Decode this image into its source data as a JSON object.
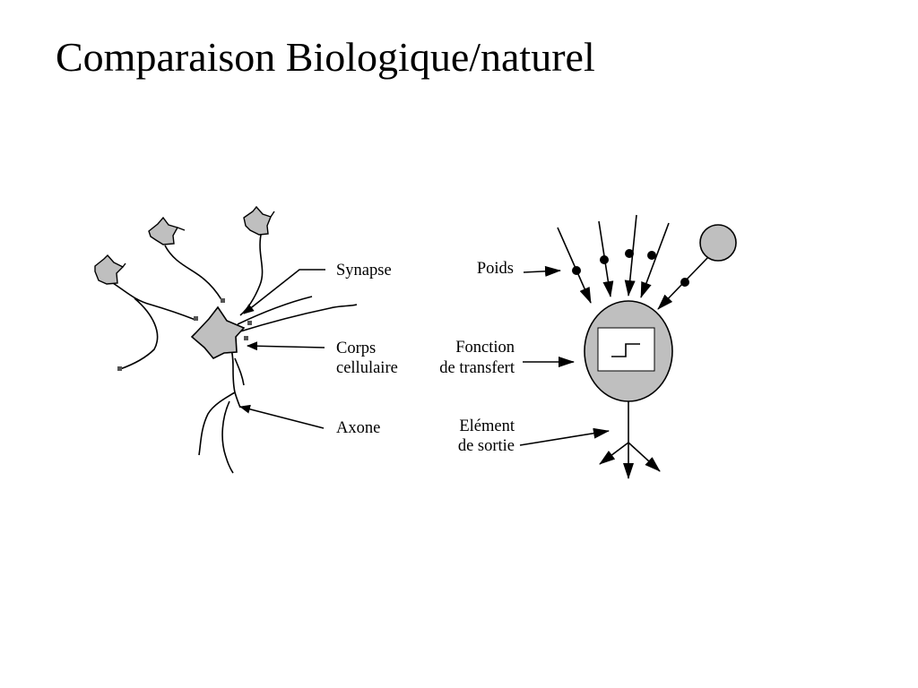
{
  "slide": {
    "title": "Comparaison Biologique/naturel"
  },
  "biological": {
    "labels": {
      "synapse": "Synapse",
      "corps_line1": "Corps",
      "corps_line2": "cellulaire",
      "axone": "Axone"
    }
  },
  "artificial": {
    "labels": {
      "poids": "Poids",
      "fonction_line1": "Fonction",
      "fonction_line2": "de transfert",
      "element_line1": "Elément",
      "element_line2": "de sortie"
    }
  },
  "colors": {
    "cell_fill": "#bfbfbf",
    "stroke": "#000000",
    "background": "#ffffff"
  }
}
